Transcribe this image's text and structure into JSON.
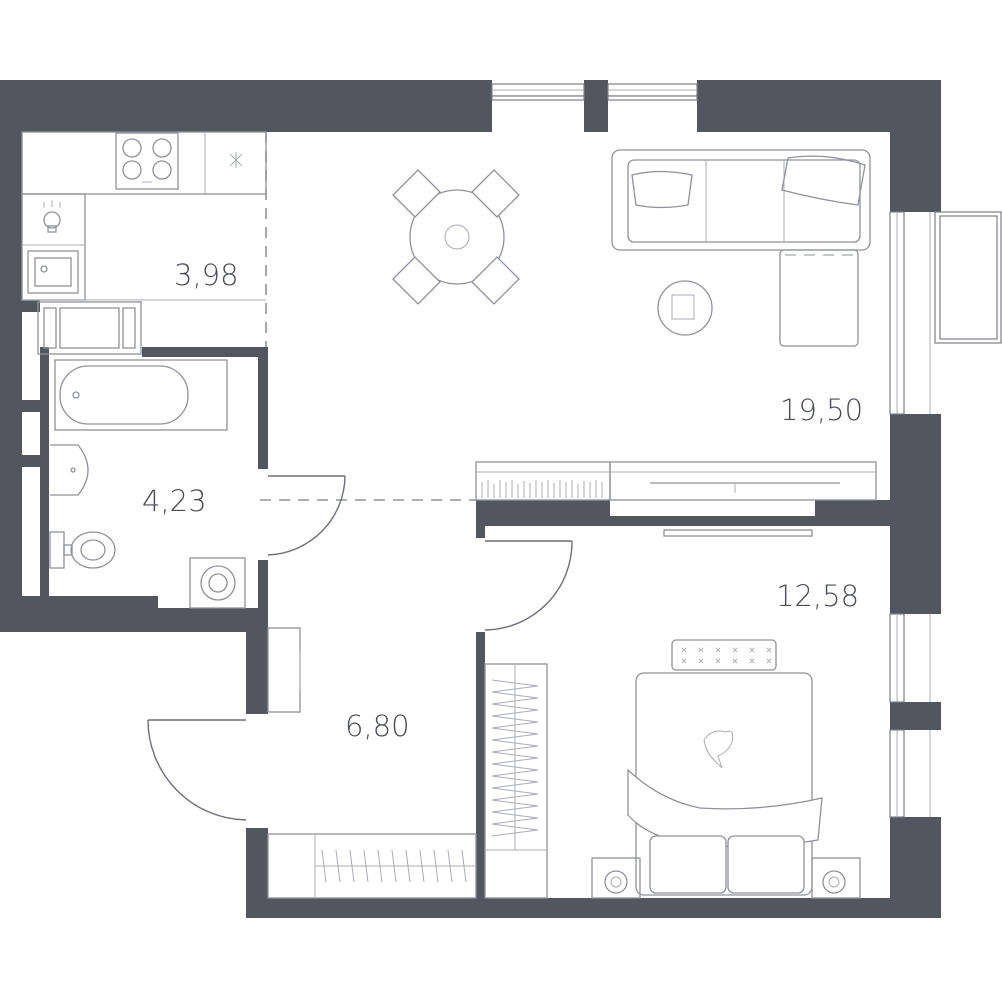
{
  "floorplan": {
    "rooms": [
      {
        "id": "kitchen",
        "area": "3,98"
      },
      {
        "id": "living-room",
        "area": "19,50"
      },
      {
        "id": "bathroom",
        "area": "4,23"
      },
      {
        "id": "hallway",
        "area": "6,80"
      },
      {
        "id": "bedroom",
        "area": "12,58"
      }
    ]
  },
  "colors": {
    "wall": "#53565e",
    "furniture_stroke": "#8f929a",
    "label": "#4a4d55",
    "background": "#ffffff"
  }
}
